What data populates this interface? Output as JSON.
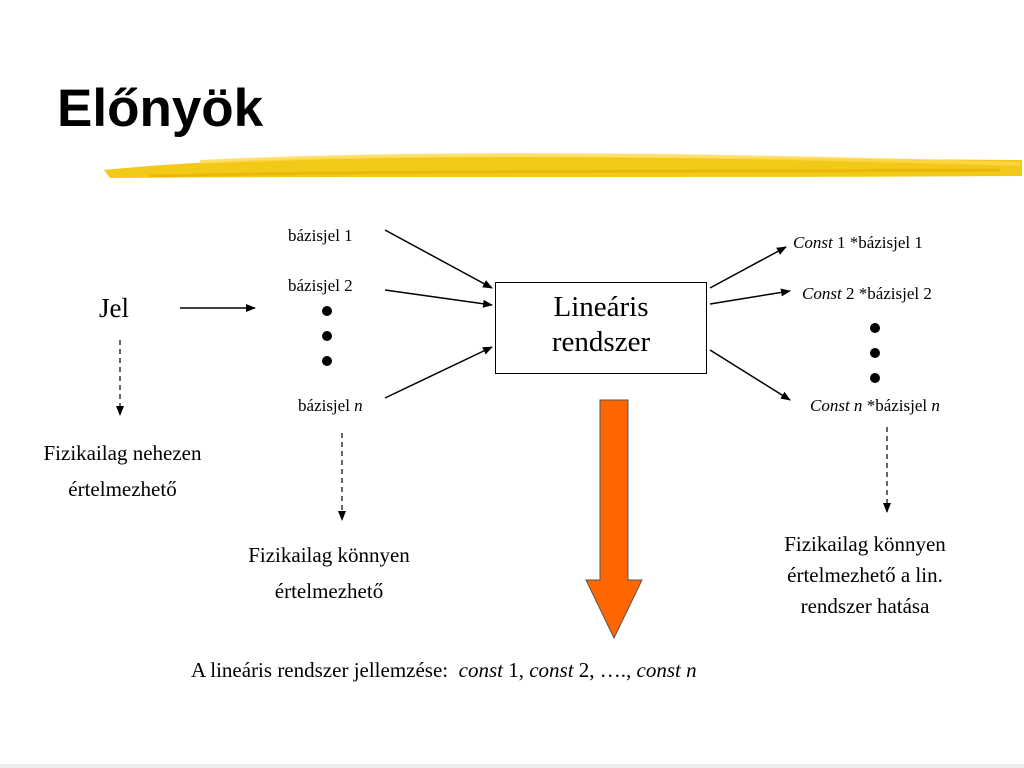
{
  "slide": {
    "title": "Előnyök"
  },
  "diagram": {
    "input": "Jel",
    "basis": {
      "b1": "bázisjel 1",
      "b2": "bázisjel 2",
      "bn_prefix": "bázisjel ",
      "bn_var": "n"
    },
    "system_line1": "Lineáris",
    "system_line2": "rendszer",
    "outputs": {
      "o1_const": "Const",
      "o1_rest": " 1 *bázisjel 1",
      "o2_const": "Const",
      "o2_rest": " 2 *bázisjel 2",
      "on_const": "Const n",
      "on_mid": " *bázisjel ",
      "on_var": "n"
    },
    "notes": {
      "left_line1": "Fizikailag nehezen",
      "left_line2": "értelmezhető",
      "mid_line1": "Fizikailag könnyen",
      "mid_line2": "értelmezhető",
      "right_line1": "Fizikailag könnyen",
      "right_line2": "értelmezhető a lin.",
      "right_line3": "rendszer hatása"
    },
    "characterization": {
      "prefix": "A lineáris rendszer jellemzése:  ",
      "c1": "const",
      "s1": " 1, ",
      "c2": "const",
      "s2": " 2, …., ",
      "cn": "const n"
    },
    "colors": {
      "highlighter": "#f2c300",
      "big_arrow": "#ff6600",
      "big_arrow_outline": "#555555"
    }
  }
}
